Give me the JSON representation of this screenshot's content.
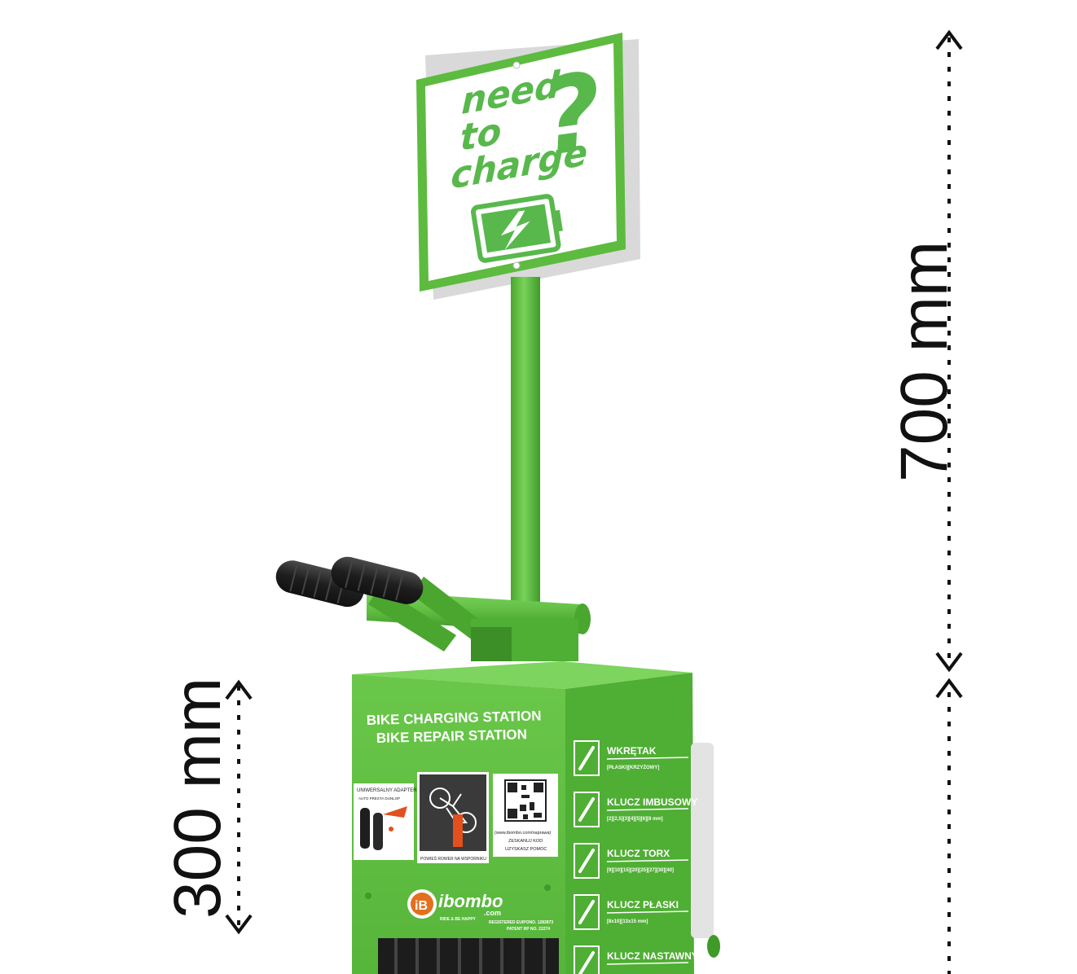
{
  "dimensions": {
    "top_label": "700 mm",
    "bottom_label": "300 mm"
  },
  "sign": {
    "line1": "need",
    "line2": "to",
    "line3": "charge",
    "question_mark": "?",
    "icon": "battery-charging-icon"
  },
  "station": {
    "title_line1": "BIKE CHARGING STATION",
    "title_line2": "BIKE REPAIR STATION",
    "adapter_caption": "UNIWERSALNY ADAPTER",
    "adapter_sub": "AUTO  PRESTA  DUNLOP",
    "bike_caption": "POWIEŚ ROWER NA WSPORNIKU",
    "qr_caption_1": "(www.ibombo.com/naprawa)",
    "qr_caption_2": "ZESKANUJ KOD",
    "qr_caption_3": "UZYSKASZ POMOC",
    "brand": "ibombo",
    "brand_domain": ".com",
    "brand_tagline": "RIDE & BE HAPPY",
    "registered": "REGISTERED EUIPONO. 1282873",
    "patent": "PATENT RP NO. 22274"
  },
  "tools": [
    {
      "name": "WKRĘTAK",
      "detail": "[PŁASKI][KRZYŻOWY]",
      "icon": "screwdriver-icon"
    },
    {
      "name": "KLUCZ IMBUSOWY",
      "detail": "[2][2,5][3][4][5][6][8 mm]",
      "icon": "allen-key-icon"
    },
    {
      "name": "KLUCZ TORX",
      "detail": "[9][10][15][20][25][27][30][40]",
      "icon": "torx-key-icon"
    },
    {
      "name": "KLUCZ PŁASKI",
      "detail": "[8x10][13x15 mm]",
      "icon": "wrench-icon"
    },
    {
      "name": "KLUCZ NASTAWNY",
      "detail": "",
      "icon": "adjustable-wrench-icon"
    }
  ],
  "colors": {
    "green": "#5dbb3f",
    "green_dark": "#3f9a2a",
    "sign_green": "#58b84c",
    "grip": "#2b2b2b"
  }
}
